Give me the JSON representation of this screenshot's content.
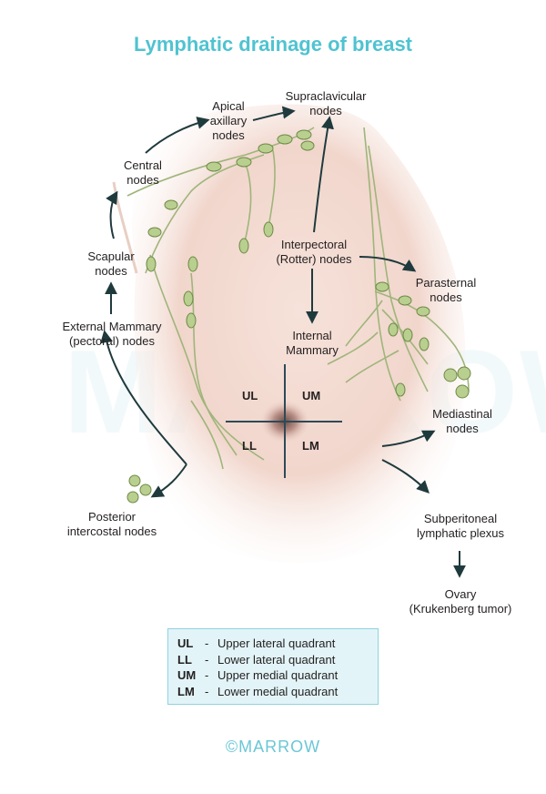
{
  "title": "Lymphatic drainage of breast",
  "watermark": "MARROW",
  "labels": {
    "apical": [
      "Apical",
      "axillary",
      "nodes"
    ],
    "supraclavicular": [
      "Supraclavicular",
      "nodes"
    ],
    "central": [
      "Central",
      "nodes"
    ],
    "scapular": [
      "Scapular",
      "nodes"
    ],
    "external_mammary": [
      "External Mammary",
      "(pectoral) nodes"
    ],
    "interpectoral": [
      "Interpectoral",
      "(Rotter) nodes"
    ],
    "internal_mammary": [
      "Internal",
      "Mammary"
    ],
    "parasternal": [
      "Parasternal",
      "nodes"
    ],
    "mediastinal": [
      "Mediastinal",
      "nodes"
    ],
    "posterior_intercostal": [
      "Posterior",
      "intercostal nodes"
    ],
    "subperitoneal": [
      "Subperitoneal",
      "lymphatic plexus"
    ],
    "ovary": [
      "Ovary",
      "(Krukenberg tumor)"
    ]
  },
  "quadrants": {
    "ul": "UL",
    "um": "UM",
    "ll": "LL",
    "lm": "LM"
  },
  "legend": [
    {
      "abbr": "UL",
      "text": "Upper lateral quadrant"
    },
    {
      "abbr": "LL",
      "text": "Lower lateral quadrant"
    },
    {
      "abbr": "UM",
      "text": "Upper medial quadrant"
    },
    {
      "abbr": "LM",
      "text": "Lower medial quadrant"
    }
  ],
  "brand": "©MARROW",
  "colors": {
    "title": "#4fc3d1",
    "node": "#b9cf8f",
    "skin": "#f2dbd3",
    "arrow": "#1f3a3d"
  }
}
